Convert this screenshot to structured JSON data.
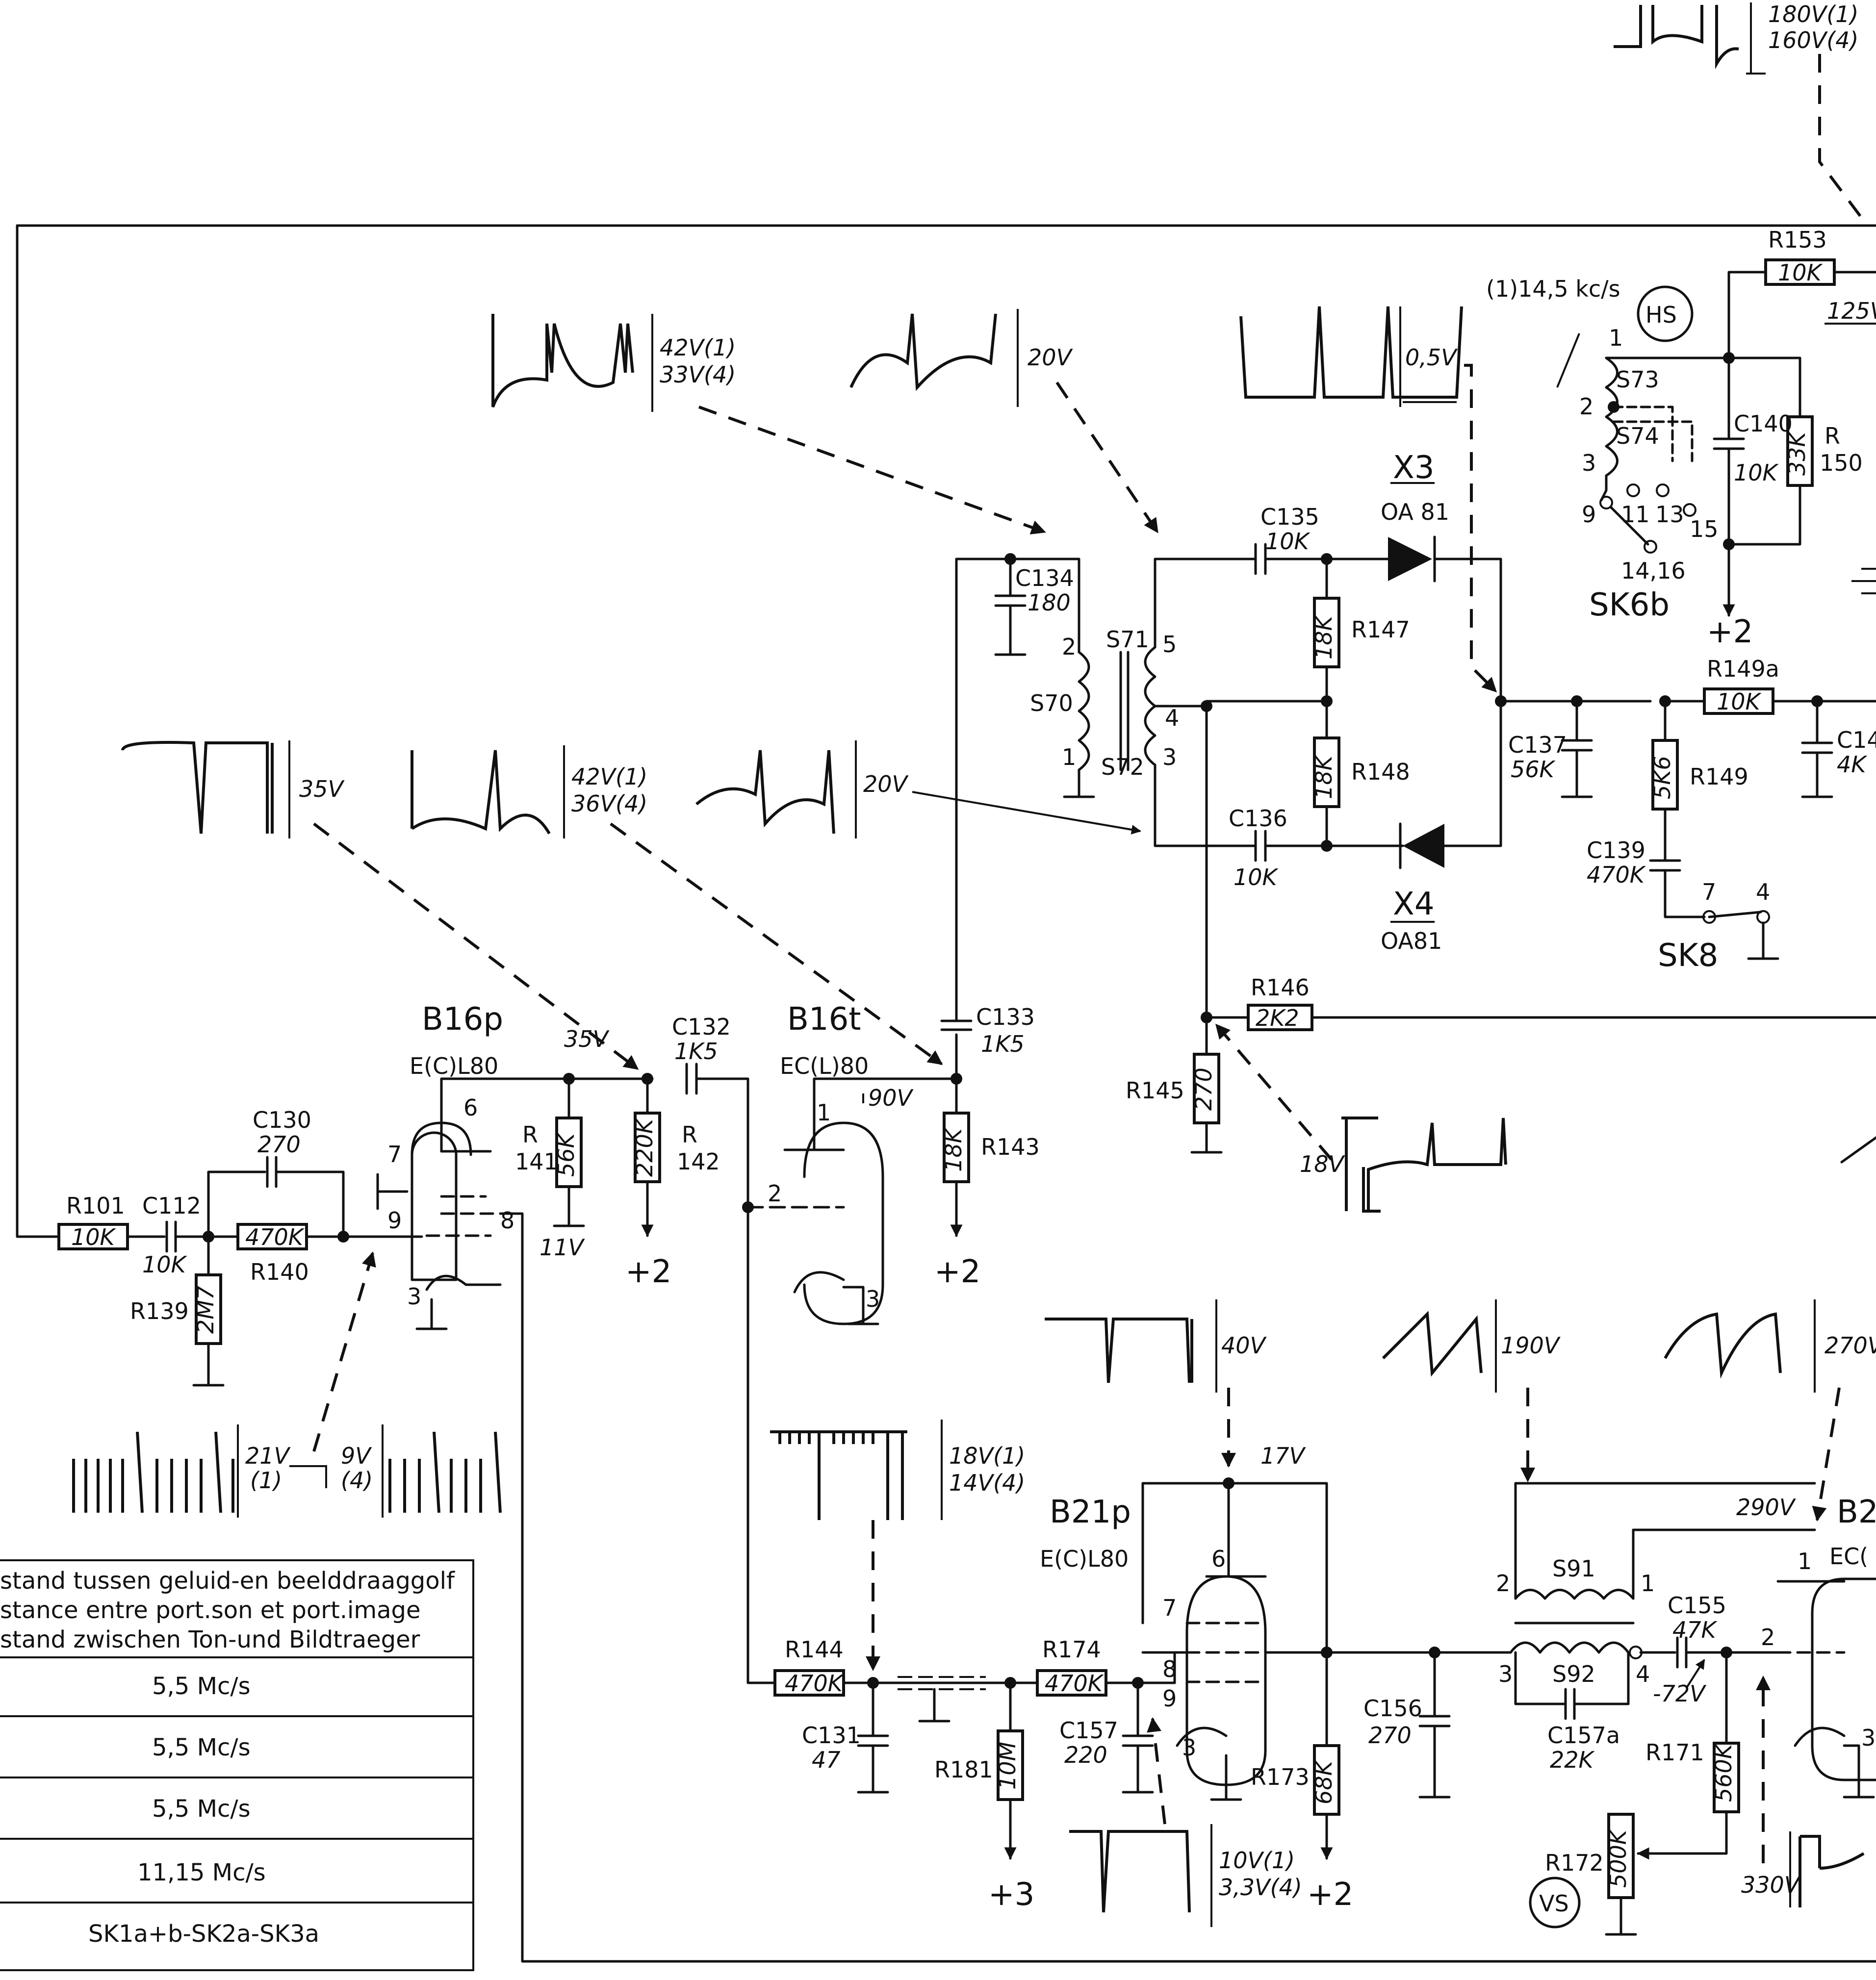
{
  "header": {
    "v1": "180V(1)",
    "v2": "160V(4)"
  },
  "tubes": [
    {
      "name": "B16p",
      "type": "E(C)L80"
    },
    {
      "name": "B16t",
      "type": "EC(L)80"
    },
    {
      "name": "B21p",
      "type": "E(C)L80"
    },
    {
      "name": "B2",
      "type": "EC("
    }
  ],
  "resistors": [
    {
      "ref": "R101",
      "val": "10K"
    },
    {
      "ref": "R140",
      "val": "470K"
    },
    {
      "ref": "R139",
      "val": "2M7"
    },
    {
      "ref": "R 141",
      "val": "56K"
    },
    {
      "ref": "R 142",
      "val": "220K"
    },
    {
      "ref": "R143",
      "val": "18K"
    },
    {
      "ref": "R147",
      "val": "18K"
    },
    {
      "ref": "R148",
      "val": "18K"
    },
    {
      "ref": "R146",
      "val": "2K2"
    },
    {
      "ref": "R145",
      "val": "270"
    },
    {
      "ref": "R153",
      "val": "10K"
    },
    {
      "ref": "R 150",
      "val": "33K"
    },
    {
      "ref": "R149a",
      "val": "10K"
    },
    {
      "ref": "R149",
      "val": "5K6"
    },
    {
      "ref": "R144",
      "val": "470K"
    },
    {
      "ref": "R174",
      "val": "470K"
    },
    {
      "ref": "R181",
      "val": "10M"
    },
    {
      "ref": "R173",
      "val": "68K"
    },
    {
      "ref": "R171",
      "val": "560K"
    },
    {
      "ref": "R172",
      "val": "500K"
    }
  ],
  "capacitors": [
    {
      "ref": "C112",
      "val": "10K"
    },
    {
      "ref": "C130",
      "val": "270"
    },
    {
      "ref": "C132",
      "val": "1K5"
    },
    {
      "ref": "C133",
      "val": "1K5"
    },
    {
      "ref": "C134",
      "val": "180"
    },
    {
      "ref": "C135",
      "val": "10K"
    },
    {
      "ref": "C136",
      "val": "10K"
    },
    {
      "ref": "C137",
      "val": "56K"
    },
    {
      "ref": "C139",
      "val": "470K"
    },
    {
      "ref": "C140",
      "val": "10K"
    },
    {
      "ref": "C14",
      "val": "4K"
    },
    {
      "ref": "C131",
      "val": "47"
    },
    {
      "ref": "C157",
      "val": "220"
    },
    {
      "ref": "C155",
      "val": "47K"
    },
    {
      "ref": "C156",
      "val": "270"
    },
    {
      "ref": "C157a",
      "val": "22K"
    }
  ],
  "diodes": [
    {
      "ref": "X3",
      "val": "OA 81"
    },
    {
      "ref": "X4",
      "val": "OA81"
    }
  ],
  "coils": [
    "S70",
    "S71",
    "S72",
    "S73",
    "S74",
    "S91",
    "S92"
  ],
  "switches": {
    "sk6b": "SK6b",
    "sk8": "SK8",
    "sk6_pos": "14,16",
    "freq": "(1)14,5 kc/s"
  },
  "circles": {
    "hs": "HS",
    "vs": "VS"
  },
  "supply": {
    "p2": "+2",
    "p3": "+3"
  },
  "voltages": {
    "v35": "35V",
    "v11": "11V",
    "v90": "90V",
    "v17": "17V",
    "v18": "18V",
    "v125": "125V",
    "v290": "290V",
    "vm72": "-72V",
    "v330": "330V"
  },
  "waves": {
    "w1a": "42V(1)",
    "w1b": "33V(4)",
    "w2": "20V",
    "w3": "0,5V",
    "w4": "35V",
    "w5a": "42V(1)",
    "w5b": "36V(4)",
    "w6": "20V",
    "w7a": "21V",
    "w7b": "(1)",
    "w7c": "9V",
    "w7d": "(4)",
    "w8a": "18V(1)",
    "w8b": "14V(4)",
    "w9": "40V",
    "w10": "190V",
    "w11": "270V",
    "w12a": "10V(1)",
    "w12b": "3,3V(4)"
  },
  "table": {
    "header": [
      "stand tussen geluid-en beelddraaggolf",
      "stance entre port.son et port.image",
      "stand zwischen Ton-und Bildtraeger"
    ],
    "rows": [
      "5,5 Mc/s",
      "5,5 Mc/s",
      "5,5 Mc/s",
      "11,15 Mc/s",
      "SK1a+b-SK2a-SK3a"
    ]
  }
}
